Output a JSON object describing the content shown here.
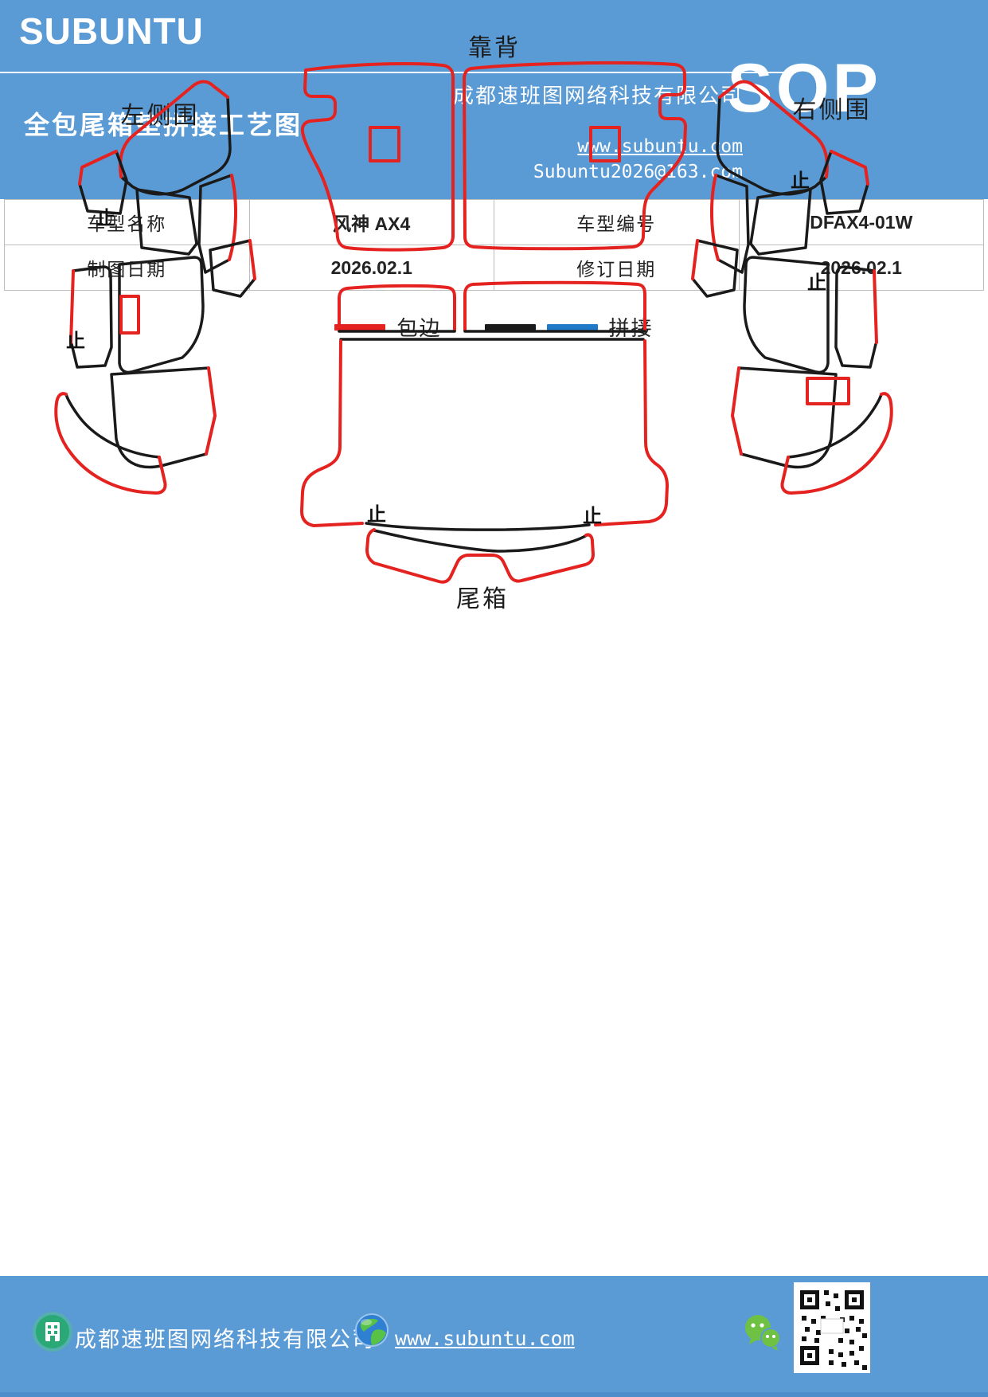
{
  "header": {
    "brand": "SUBUNTU",
    "title": "全包尾箱垫拼接工艺图",
    "company": "成都速班图网络科技有限公司",
    "website": "www.subuntu.com",
    "email": "Subuntu2026@163.com",
    "sop": "SOP"
  },
  "info_table": {
    "cells": [
      [
        "车型名称",
        "风神 AX4",
        "车型编号",
        "DFAX4-01W"
      ],
      [
        "制图日期",
        "2026.02.1",
        "修订日期",
        "2026.02.1"
      ]
    ]
  },
  "legend": {
    "items": [
      {
        "label": "包边",
        "swatches": [
          "#e42320"
        ]
      },
      {
        "label": "拼接",
        "swatches": [
          "#1a1a1a",
          "#1e7ac9"
        ]
      }
    ]
  },
  "diagram": {
    "labels": {
      "backrest": "靠背",
      "left_side": "左侧围",
      "right_side": "右侧围",
      "trunk": "尾箱"
    },
    "stop_marker": "止",
    "stop_marker_count": 6
  },
  "footer": {
    "company": "成都速班图网络科技有限公司",
    "website": "www.subuntu.com",
    "icons": [
      "building-icon",
      "globe-icon",
      "wechat-icon",
      "qr-code"
    ]
  },
  "colors": {
    "band_blue": "#5b9bd5",
    "edge_red": "#e42320",
    "seam_black": "#1a1a1a",
    "legend_blue": "#1e7ac9",
    "table_border": "#bdbdbd",
    "footer_green": "#2aa876",
    "wechat_green": "#6fc143"
  }
}
